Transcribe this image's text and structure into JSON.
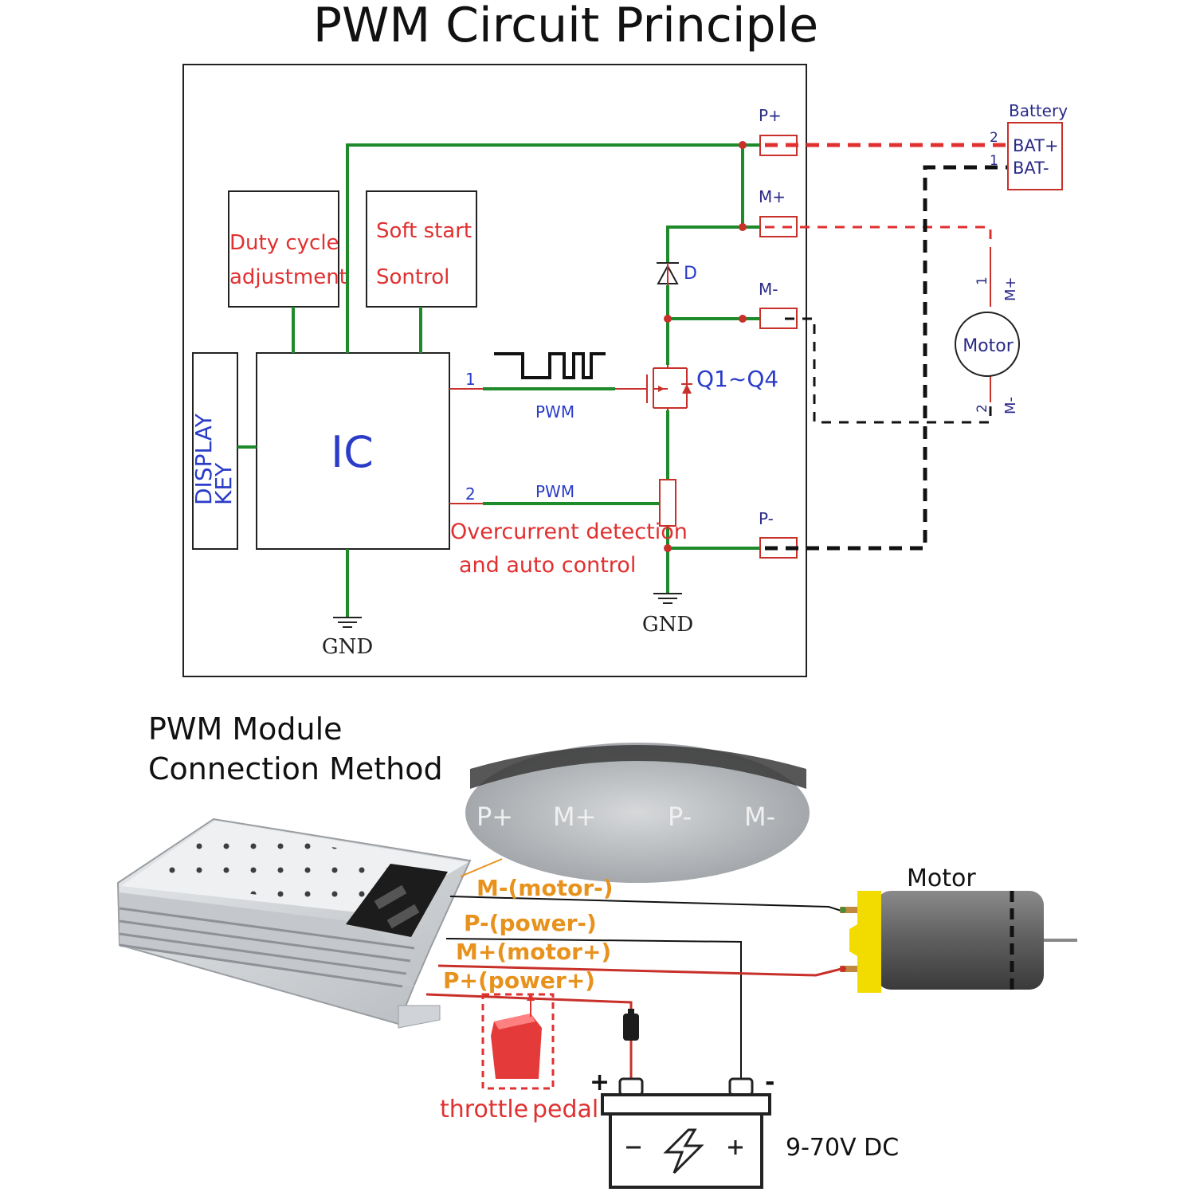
{
  "title": "PWM Circuit Principle",
  "schematic": {
    "blocks": {
      "duty_line1": "Duty cycle",
      "duty_line2": "adjustment",
      "soft_line1": "Soft start",
      "soft_line2": "Sontrol",
      "display_line1": "DISPLAY",
      "display_line2": "KEY",
      "ic": "IC"
    },
    "pins": {
      "pin1": "1",
      "pin2": "2"
    },
    "pwm_label_1": "PWM",
    "pwm_label_2": "PWM",
    "overcurrent_line1": "Overcurrent detection",
    "overcurrent_line2": "and auto control",
    "gnd_left": "GND",
    "gnd_right": "GND",
    "diode_label": "D",
    "mosfet_label": "Q1~Q4",
    "terminals": {
      "p_plus": "P+",
      "m_plus": "M+",
      "m_minus": "M-",
      "p_minus": "P-"
    },
    "battery": {
      "title": "Battery",
      "pin2": "2",
      "pin1": "1",
      "bat_plus": "BAT+",
      "bat_minus": "BAT-"
    },
    "motor": {
      "label": "Motor",
      "pin1": "1",
      "pin1_name": "M+",
      "pin2": "2",
      "pin2_name": "M-"
    }
  },
  "connection": {
    "heading_line1": "PWM Module",
    "heading_line2": "Connection Method",
    "module_marks": [
      "P+",
      "M+",
      "P-",
      "M-"
    ],
    "wire_labels": {
      "m_minus": "M-(motor-)",
      "p_minus": "P-(power-)",
      "m_plus": "M+(motor+)",
      "p_plus": "P+(power+)"
    },
    "motor_label": "Motor",
    "throttle_word1": "throttle",
    "throttle_word2": "pedal",
    "battery_plus": "+",
    "battery_minus": "-",
    "voltage": "9-70V DC"
  },
  "colors": {
    "green_wire": "#1e8a2a",
    "red_wire": "#c8302a",
    "label_red": "#e03030",
    "label_blue": "#2a3cc8",
    "label_orange": "#e8921e",
    "motor_yellow": "#f2dc00"
  }
}
